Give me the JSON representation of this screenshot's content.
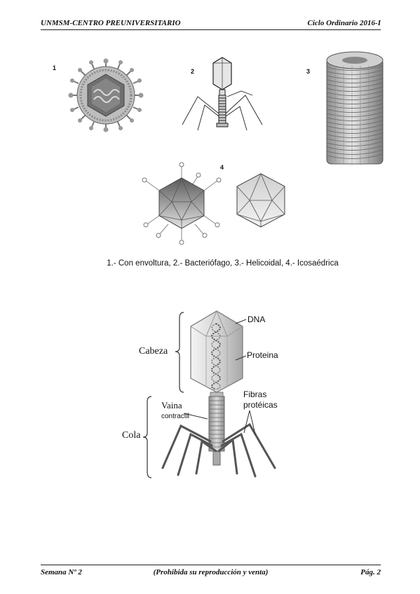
{
  "header": {
    "left": "UNMSM-CENTRO PREUNIVERSITARIO",
    "right": "Ciclo Ordinario 2016-I"
  },
  "figures": {
    "numbers": [
      "1",
      "2",
      "3",
      "4"
    ],
    "caption": "1.- Con envoltura,    2.- Bacteriófago,    3.- Helicoidal,    4.- Icosaédrica"
  },
  "phage_diagram": {
    "labels": {
      "dna": "DNA",
      "cabeza": "Cabeza",
      "proteina": "Proteina",
      "fibras": "Fibras",
      "proteicas": "protéicas",
      "vaina": "Vaina",
      "contractil": "contractil",
      "cola": "Cola"
    }
  },
  "footer": {
    "left": "Semana Nº 2",
    "center": "(Prohibida su reproducción y venta)",
    "right": "Pág. 2"
  }
}
